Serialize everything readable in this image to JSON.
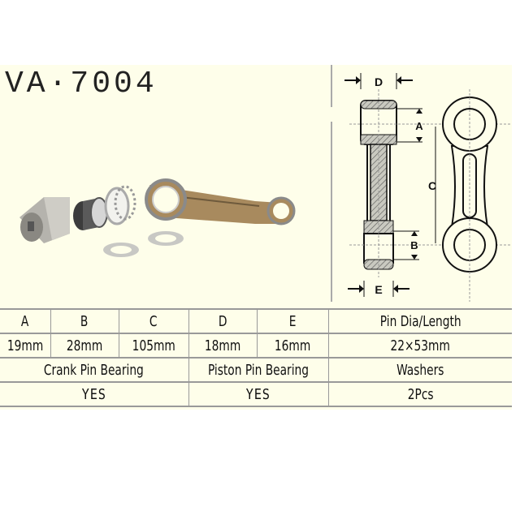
{
  "header": {
    "part_number": "VA-7004",
    "part_number_display": "VA·7004"
  },
  "colors": {
    "panel_bg": "#fefeea",
    "rod_bronze": "#a88a5e",
    "line": "#999999"
  },
  "photo": {
    "items": [
      "piston-pin-icon",
      "needle-bearing-icon",
      "cage-bearing-icon",
      "connecting-rod-icon",
      "washer-icon",
      "washer-icon"
    ]
  },
  "diagram": {
    "labels": {
      "a": "A",
      "b": "B",
      "c": "C",
      "d": "D",
      "e": "E"
    }
  },
  "table": {
    "dim_headers": [
      "A",
      "B",
      "C",
      "D",
      "E"
    ],
    "dim_values": [
      "19mm",
      "28mm",
      "105mm",
      "18mm",
      "16mm"
    ],
    "pin_header": "Pin Dia/Length",
    "pin_value": "22×53mm",
    "crank_bearing_header": "Crank Pin Bearing",
    "crank_bearing_value": "YES",
    "piston_bearing_header": "Piston Pin Bearing",
    "piston_bearing_value": "YES",
    "washers_header": "Washers",
    "washers_value": "2Pcs"
  }
}
